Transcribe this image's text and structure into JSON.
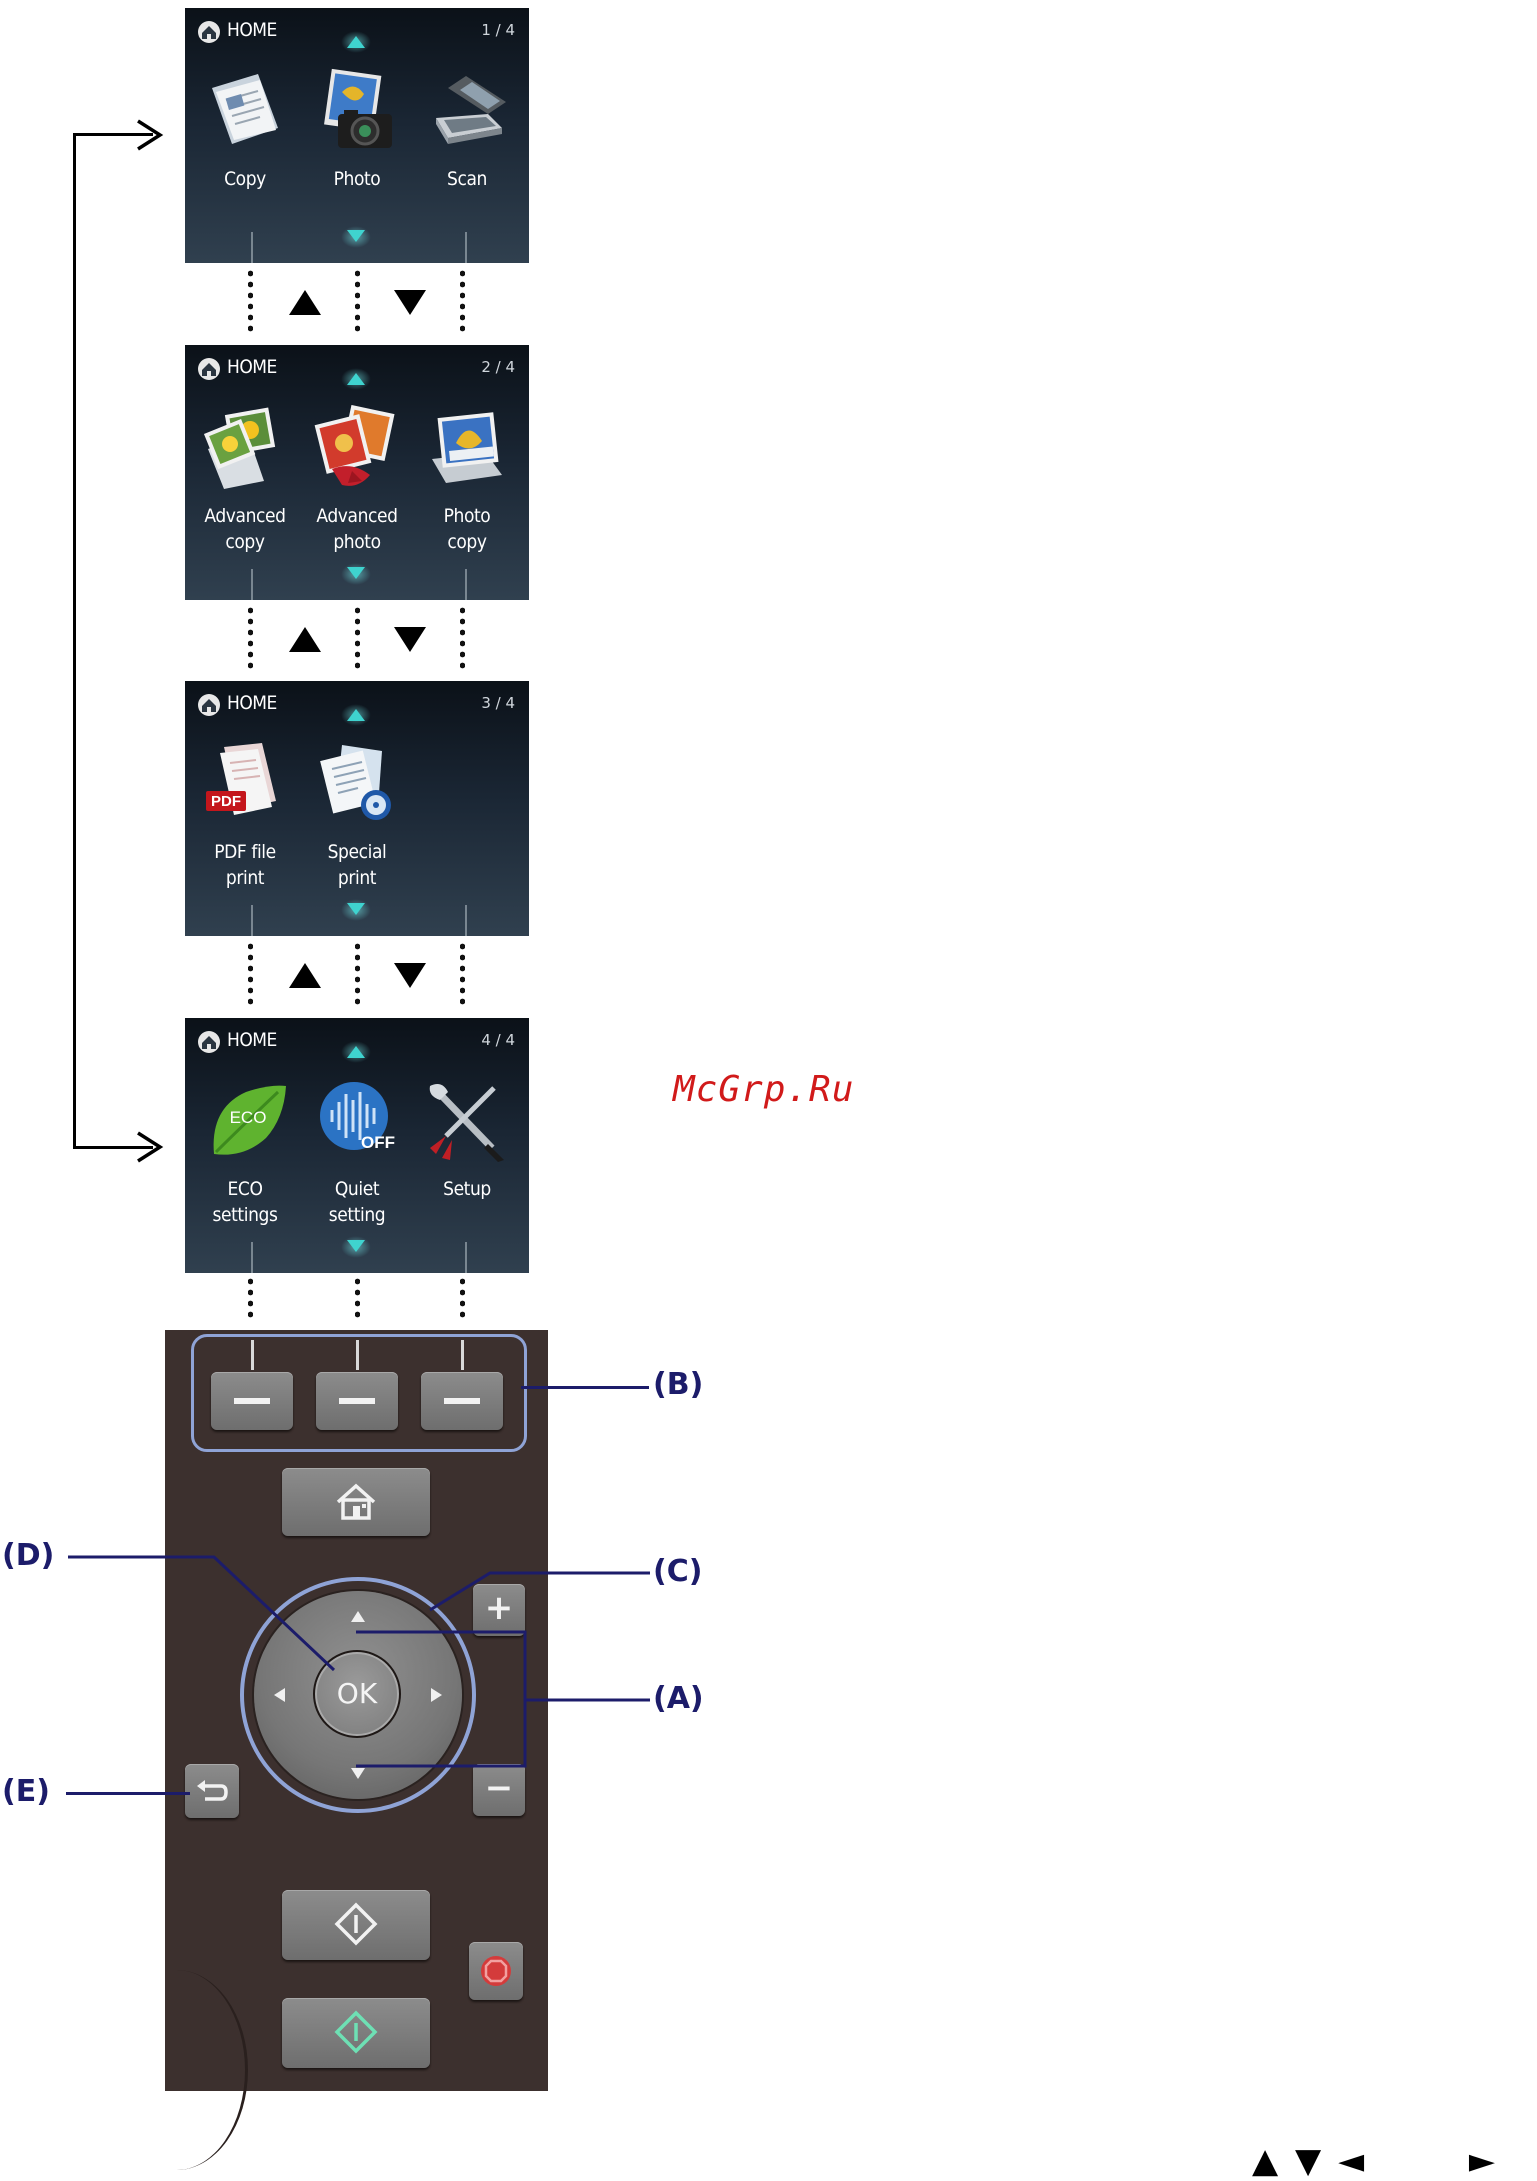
{
  "screens": [
    {
      "title": "HOME",
      "page": "1 / 4",
      "items": [
        {
          "line1": "Copy",
          "line2": ""
        },
        {
          "line1": "Photo",
          "line2": ""
        },
        {
          "line1": "Scan",
          "line2": ""
        }
      ]
    },
    {
      "title": "HOME",
      "page": "2 / 4",
      "items": [
        {
          "line1": "Advanced",
          "line2": "copy"
        },
        {
          "line1": "Advanced",
          "line2": "photo"
        },
        {
          "line1": "Photo",
          "line2": "copy"
        }
      ]
    },
    {
      "title": "HOME",
      "page": "3 / 4",
      "items": [
        {
          "line1": "PDF file",
          "line2": "print"
        },
        {
          "line1": "Special",
          "line2": "print"
        }
      ]
    },
    {
      "title": "HOME",
      "page": "4 / 4",
      "items": [
        {
          "line1": "ECO",
          "line2": "settings"
        },
        {
          "line1": "Quiet",
          "line2": "setting"
        },
        {
          "line1": "Setup",
          "line2": ""
        }
      ]
    }
  ],
  "icons": {
    "pdf_badge": "PDF",
    "eco_badge": "ECO",
    "quiet_badge": "OFF"
  },
  "panel": {
    "ok_label": "OK",
    "plus_label": "+",
    "minus_label": "−"
  },
  "callouts": {
    "a": "(A)",
    "b": "(B)",
    "c": "(C)",
    "d": "(D)",
    "e": "(E)"
  },
  "watermark": "McGrp.Ru",
  "footer_arrows": {
    "up": "▲",
    "down": "▼",
    "left": "◄",
    "right": "►"
  },
  "colors": {
    "callout_navy": "#1c1c6a",
    "nav_arrow_teal": "#3fd3cf",
    "watermark_red": "#d11a1a",
    "panel_brown": "#3c302e"
  }
}
